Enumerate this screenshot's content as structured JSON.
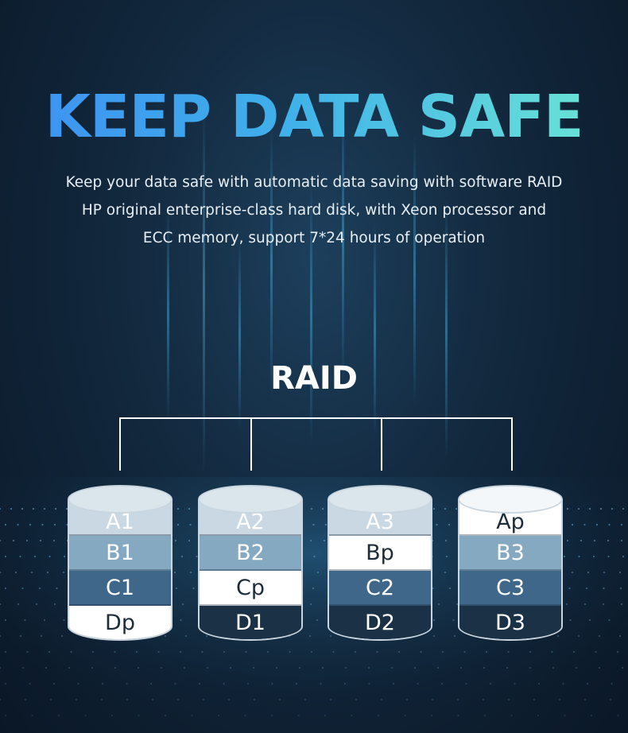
{
  "headline": "KEEP DATA SAFE",
  "description": [
    "Keep your data safe with automatic data saving with software RAID",
    "HP original enterprise-class hard disk, with Xeon processor and",
    "ECC memory, support 7*24 hours of operation"
  ],
  "diagram_title": "RAID",
  "colors": {
    "headline_gradient": [
      "#3d8ff2",
      "#6ee8d4"
    ],
    "tier1": "#c9d8e2",
    "tier2": "#86a9c2",
    "tier3": "#3e6789",
    "tier4": "#1b3246",
    "parity": "#ffffff"
  },
  "disks": [
    {
      "segments": [
        {
          "label": "A1",
          "tier": "t1"
        },
        {
          "label": "B1",
          "tier": "t2"
        },
        {
          "label": "C1",
          "tier": "t3"
        },
        {
          "label": "Dp",
          "tier": "tp"
        }
      ]
    },
    {
      "segments": [
        {
          "label": "A2",
          "tier": "t1"
        },
        {
          "label": "B2",
          "tier": "t2"
        },
        {
          "label": "Cp",
          "tier": "tp"
        },
        {
          "label": "D1",
          "tier": "t4"
        }
      ]
    },
    {
      "segments": [
        {
          "label": "A3",
          "tier": "t1"
        },
        {
          "label": "Bp",
          "tier": "tp"
        },
        {
          "label": "C2",
          "tier": "t3"
        },
        {
          "label": "D2",
          "tier": "t4"
        }
      ]
    },
    {
      "segments": [
        {
          "label": "Ap",
          "tier": "tp"
        },
        {
          "label": "B3",
          "tier": "t2"
        },
        {
          "label": "C3",
          "tier": "t3"
        },
        {
          "label": "D3",
          "tier": "t4"
        }
      ]
    }
  ]
}
